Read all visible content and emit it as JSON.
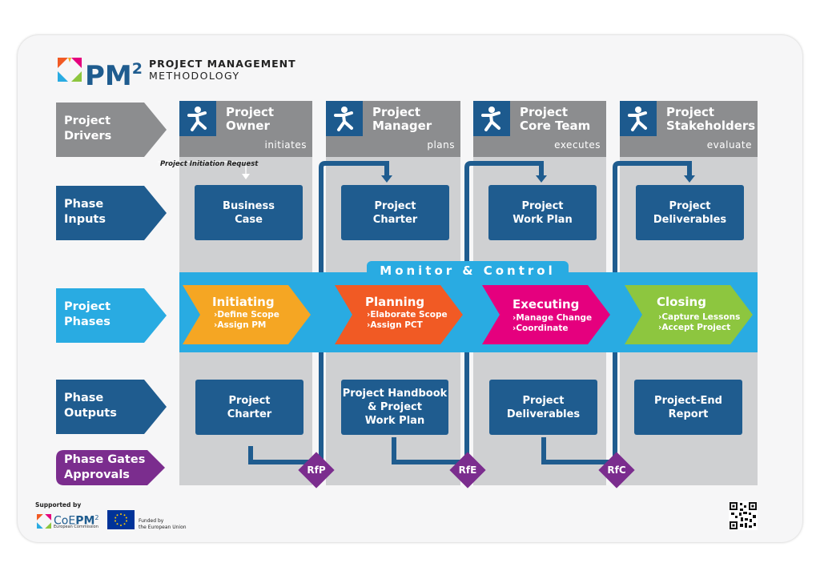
{
  "logo": {
    "mark": "PM",
    "superscript": "2",
    "line1": "PROJECT MANAGEMENT",
    "line2": "METHODOLOGY"
  },
  "rows": {
    "drivers": [
      "Project",
      "Drivers"
    ],
    "inputs": [
      "Phase",
      "Inputs"
    ],
    "phases": [
      "Project",
      "Phases"
    ],
    "outputs": [
      "Phase",
      "Outputs"
    ],
    "gates": [
      "Phase Gates",
      "Approvals"
    ]
  },
  "columns": [
    {
      "title": [
        "Project",
        "Owner"
      ],
      "verb": "initiates",
      "input": [
        "Business",
        "Case"
      ],
      "output": [
        "Project",
        "Charter"
      ]
    },
    {
      "title": [
        "Project",
        "Manager"
      ],
      "verb": "plans",
      "input": [
        "Project",
        "Charter"
      ],
      "output": [
        "Project Handbook",
        "& Project",
        "Work Plan"
      ]
    },
    {
      "title": [
        "Project",
        "Core Team"
      ],
      "verb": "executes",
      "input": [
        "Project",
        "Work Plan"
      ],
      "output": [
        "Project",
        "Deliverables"
      ]
    },
    {
      "title": [
        "Project",
        "Stakeholders"
      ],
      "verb": "evaluate",
      "input": [
        "Project",
        "Deliverables"
      ],
      "output": [
        "Project-End",
        "Report"
      ]
    }
  ],
  "initiation_label": "Project Initiation Request",
  "monitor_label": "Monitor & Control",
  "phases": [
    {
      "name": "Initiating",
      "items": [
        "Define Scope",
        "Assign PM"
      ],
      "color": "#f5a623"
    },
    {
      "name": "Planning",
      "items": [
        "Elaborate Scope",
        "Assign PCT"
      ],
      "color": "#f15a24"
    },
    {
      "name": "Executing",
      "items": [
        "Manage Change",
        "Coordinate"
      ],
      "color": "#e5007e"
    },
    {
      "name": "Closing",
      "items": [
        "Capture Lessons",
        "Accept Project"
      ],
      "color": "#8dc63f"
    }
  ],
  "gates": [
    "RfP",
    "RfE",
    "RfC"
  ],
  "footer": {
    "supported": "Supported by",
    "coepm_a": "CoE",
    "coepm_b": "PM",
    "coepm_sup": "2",
    "coepm_sub": "European Commission",
    "funded1": "Funded by",
    "funded2": "the European Union"
  },
  "colors": {
    "navy": "#1f5c8f",
    "cyan": "#29abe2",
    "gray_column": "#cfd0d2",
    "gray_header": "#8c8d8f",
    "purple": "#7b2d8e"
  },
  "icons": [
    "person-walking-icon",
    "eu-flag-icon",
    "qr-code-icon"
  ]
}
